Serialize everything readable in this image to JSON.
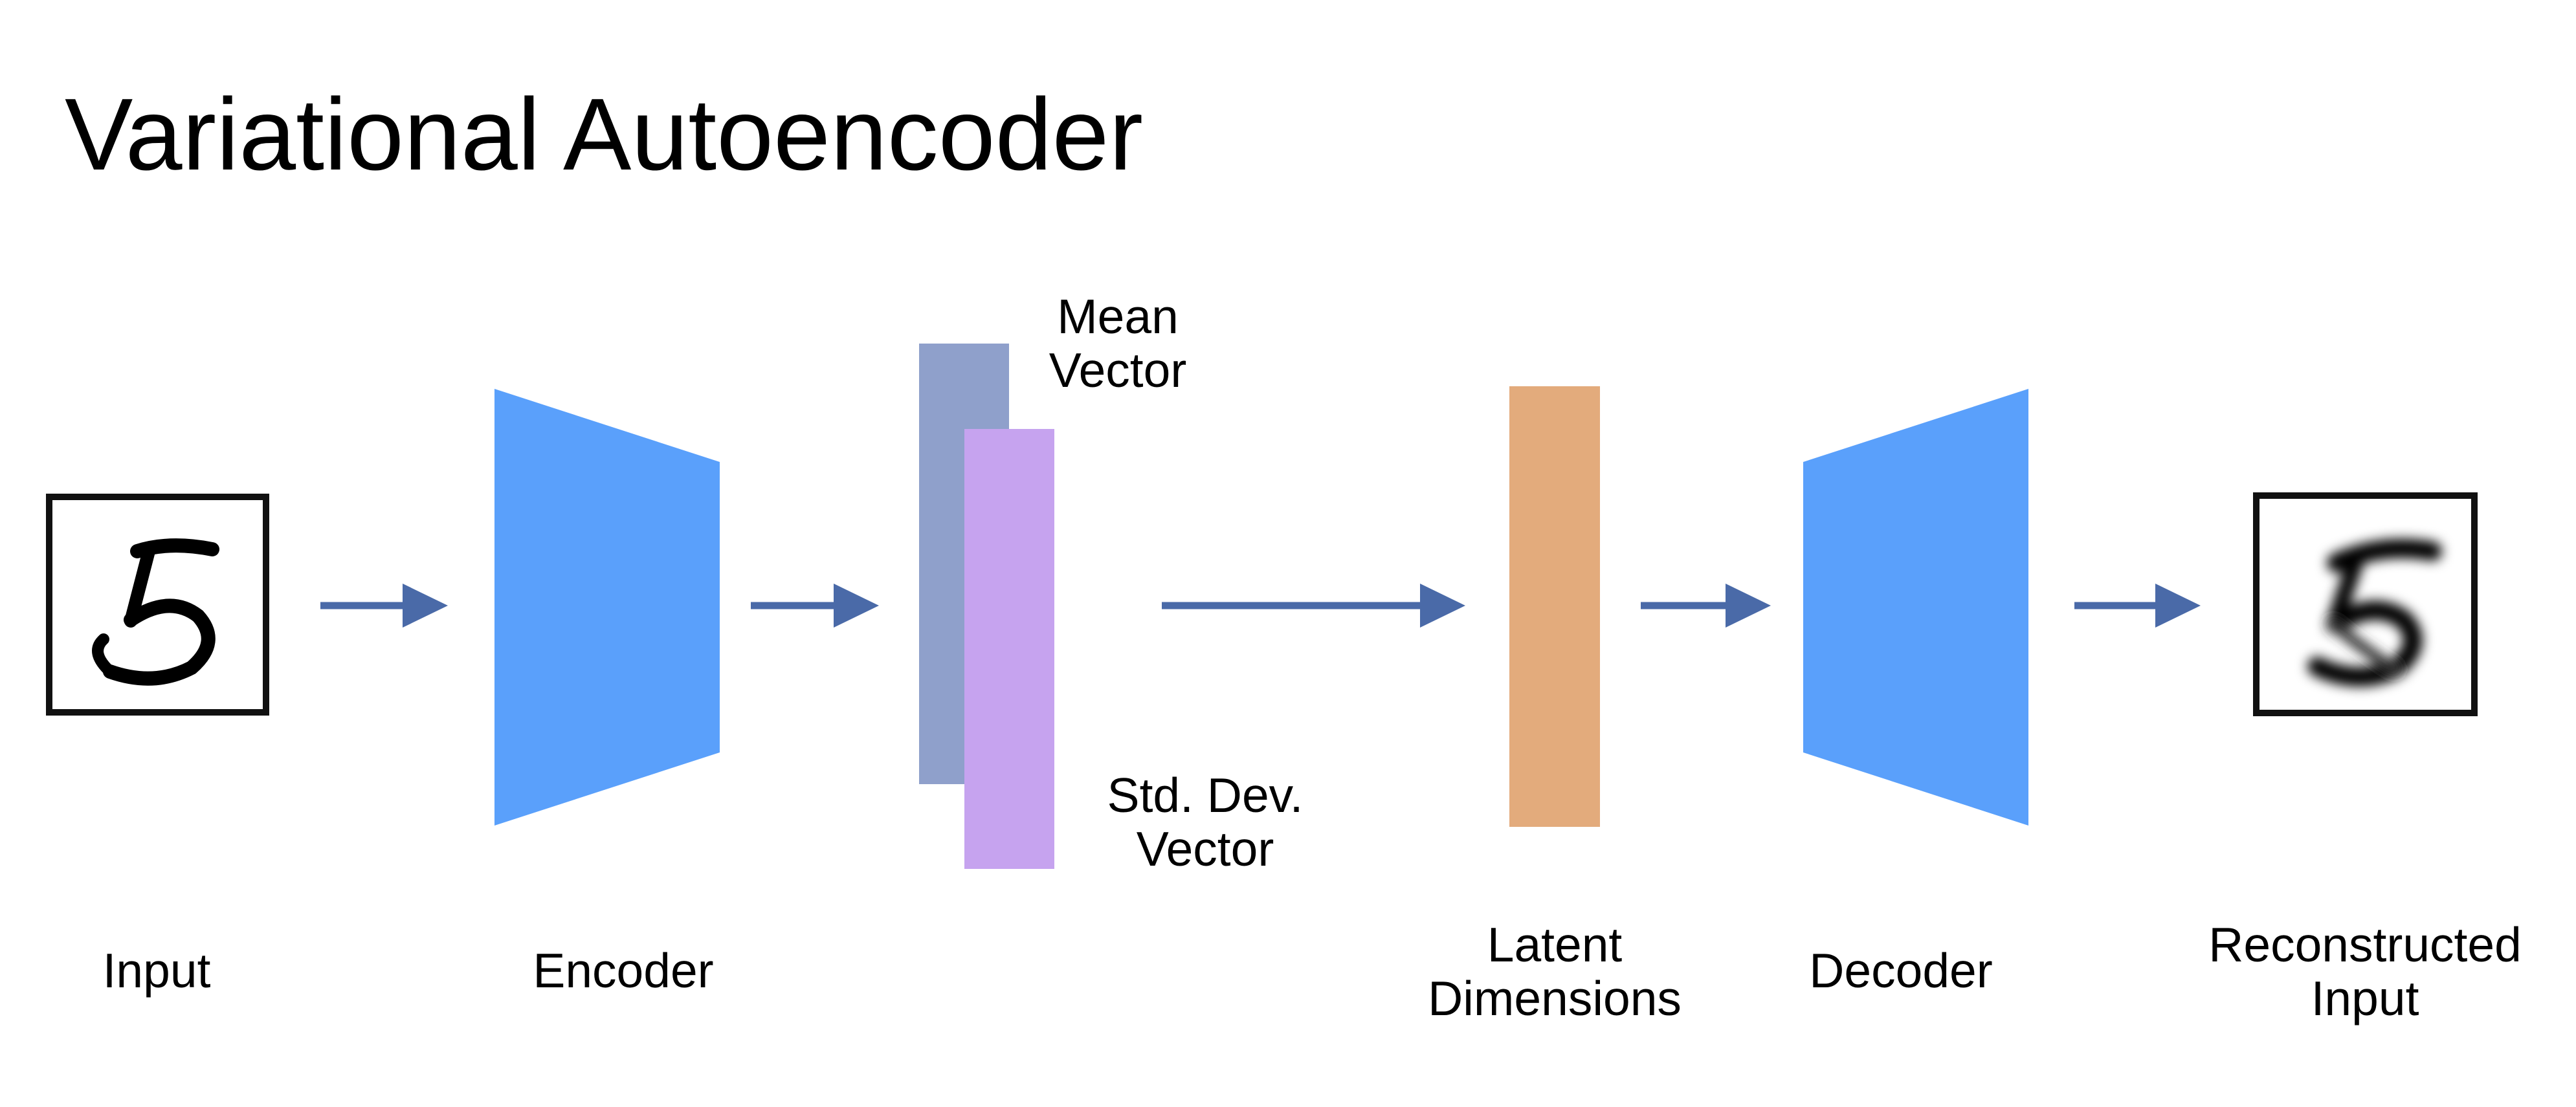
{
  "title": "Variational Autoencoder",
  "labels": {
    "input": "Input",
    "encoder": "Encoder",
    "mean_line1": "Mean",
    "mean_line2": "Vector",
    "std_line1": "Std. Dev.",
    "std_line2": "Vector",
    "latent_line1": "Latent",
    "latent_line2": "Dimensions",
    "decoder": "Decoder",
    "recon_line1": "Reconstructed",
    "recon_line2": "Input"
  },
  "icons": {
    "input_image": "handwritten-digit-5",
    "output_image": "blurry-handwritten-digit-5"
  },
  "colors": {
    "arrow": "#4a6aa8",
    "encoder": "#5aa0fb",
    "decoder": "#5aa0fb",
    "mean_vector": "#8fa0cb",
    "std_vector": "#c6a3ef",
    "latent": "#e3ab7c",
    "frame": "#111111"
  }
}
